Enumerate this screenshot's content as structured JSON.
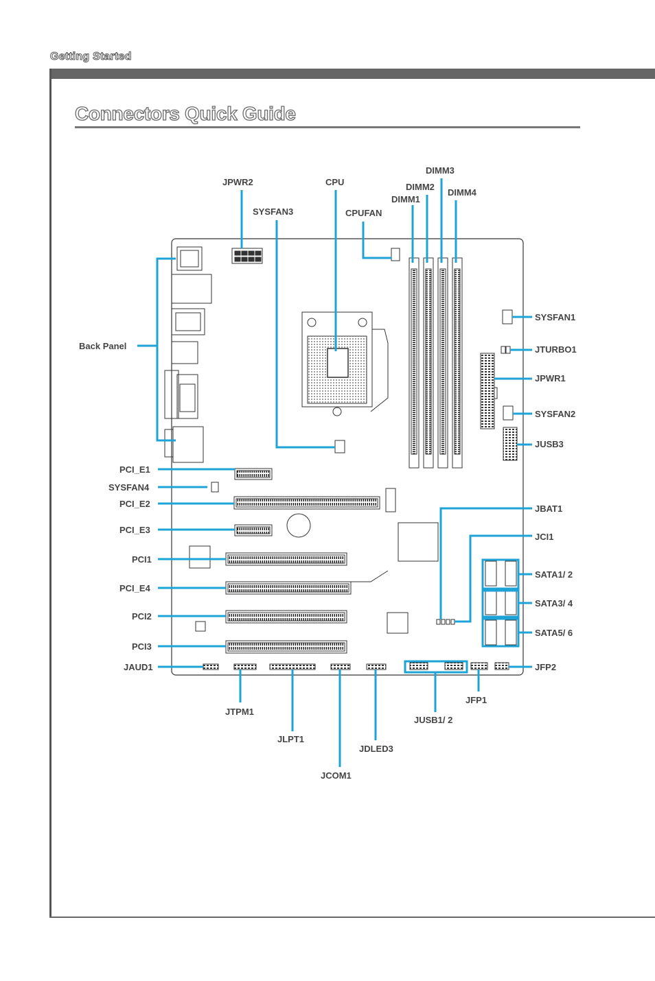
{
  "header": {
    "section": "Getting Started"
  },
  "page": {
    "title": "Connectors Quick Guide"
  },
  "labels": {
    "jpwr2": "JPWR2",
    "cpu": "CPU",
    "dimm3": "DIMM3",
    "dimm2": "DIMM2",
    "dimm4": "DIMM4",
    "dimm1": "DIMM1",
    "sysfan3": "SYSFAN3",
    "cpufan": "CPUFAN",
    "back_panel": "Back  Panel",
    "sysfan1": "SYSFAN1",
    "jturbo1": "JTURBO1",
    "jpwr1": "JPWR1",
    "sysfan2": "SYSFAN2",
    "jusb3": "JUSB3",
    "pci_e1": "PCI_E1",
    "sysfan4": "SYSFAN4",
    "pci_e2": "PCI_E2",
    "pci_e3": "PCI_E3",
    "pci1": "PCI1",
    "pci_e4": "PCI_E4",
    "pci2": "PCI2",
    "pci3": "PCI3",
    "jaud1": "JAUD1",
    "jbat1": "JBAT1",
    "jci1": "JCI1",
    "sata12": "SATA1/ 2",
    "sata34": "SATA3/ 4",
    "sata56": "SATA5/ 6",
    "jfp2": "JFP2",
    "jtpm1": "JTPM1",
    "jlpt1": "JLPT1",
    "jcom1": "JCOM1",
    "jdled3": "JDLED3",
    "jusb12": "JUSB1/ 2",
    "jfp1": "JFP1"
  },
  "colors": {
    "accent": "#1ea3d6",
    "line": "#333333",
    "frame": "#555555"
  }
}
